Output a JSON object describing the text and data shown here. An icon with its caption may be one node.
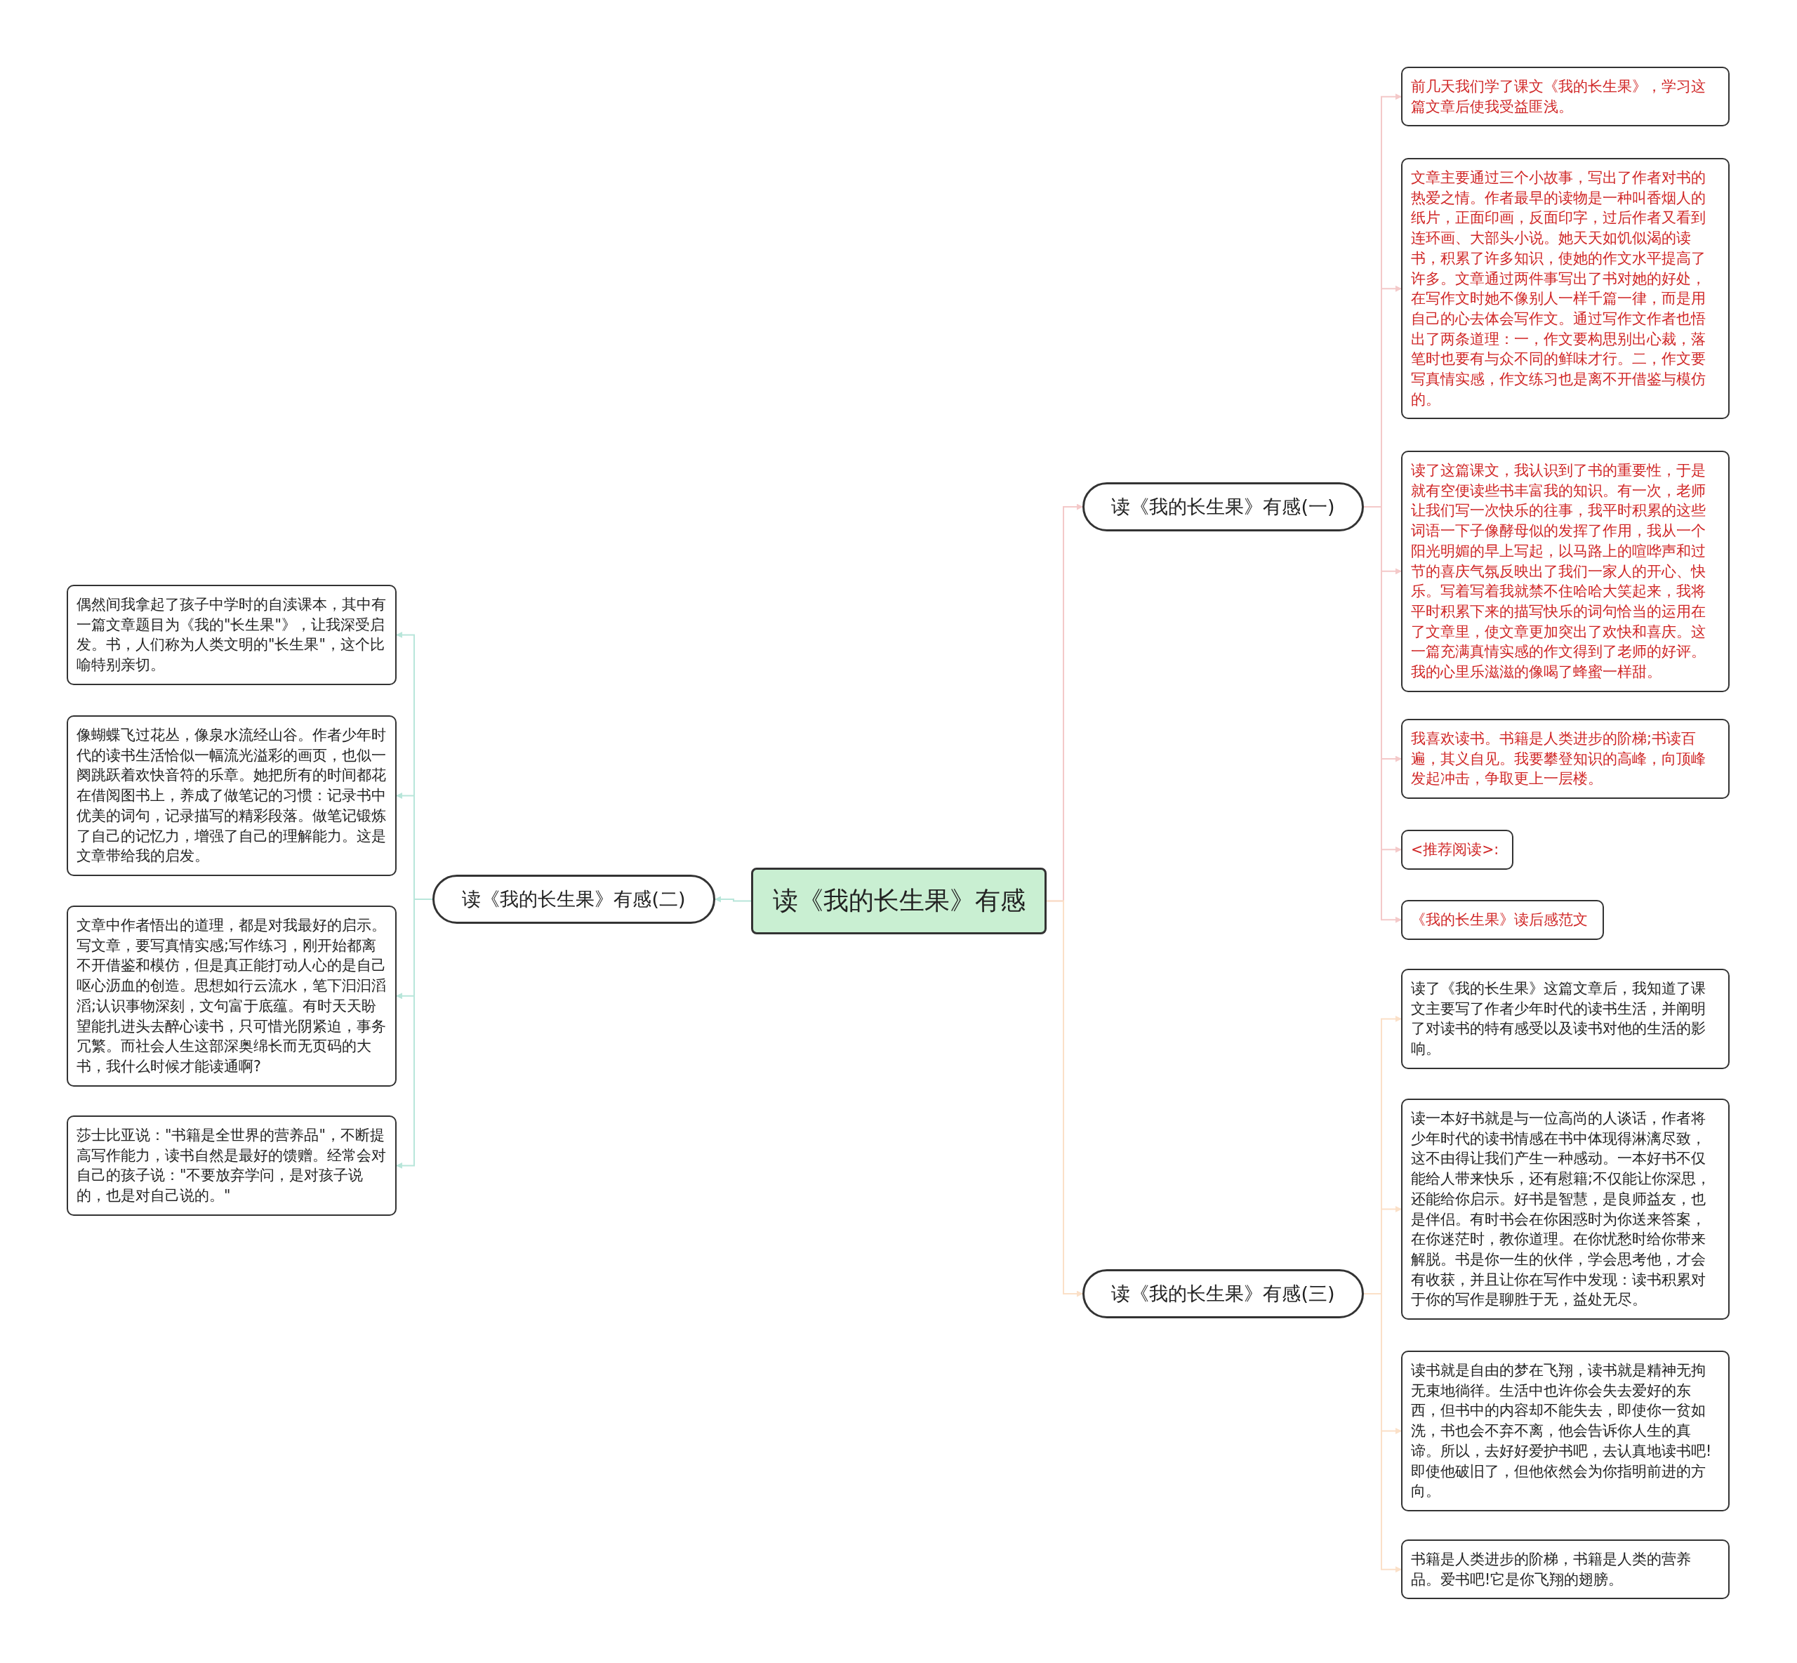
{
  "diagram": {
    "nodes": [
      {
        "text": [
          "读《我的长生果》有感"
        ]
      },
      {
        "text": [
          "读《我的长生果》有感(一)"
        ]
      },
      {
        "text": [
          "前几天我们学了课文《我的长生果》，学习这篇文章后使我受益匪浅。"
        ]
      },
      {
        "text": [
          "文章主要通过三个小故事，写出了作者对书的热爱之情。作者最早的读物是一种叫香烟人的纸片，正面印画，反面印字，过后作者又看到连环画、大部头小说。她天天如饥似渴的读书，积累了许多知识，使她的作文水平提高了许多。文章通过两件事写出了书对她的好处，在写作文时她不像别人一样千篇一律，而是用自己的心去体会写作文。通过写作文作者也悟出了两条道理：一，作文要构思别出心裁，落笔时也要有与众不同的鲜味才行。二，作文要写真情实感，作文练习也是离不开借鉴与模仿的。"
        ]
      },
      {
        "text": [
          "读了这篇课文，我认识到了书的重要性，于是就有空便读些书丰富我的知识。有一次，老师让我们写一次快乐的往事，我平时积累的这些词语一下子像酵母似的发挥了作用，我从一个阳光明媚的早上写起，以马路上的喧哗声和过节的喜庆气氛反映出了我们一家人的开心、快乐。写着写着我就禁不住哈哈大笑起来，我将平时积累下来的描写快乐的词句恰当的运用在了文章里，使文章更加突出了欢快和喜庆。这一篇充满真情实感的作文得到了老师的好评。我的心里乐滋滋的像喝了蜂蜜一样甜。"
        ]
      },
      {
        "text": [
          "我喜欢读书。书籍是人类进步的阶梯;书读百遍，其义自见。我要攀登知识的高峰，向顶峰发起冲击，争取更上一层楼。"
        ]
      },
      {
        "text": [
          "<推荐阅读>:"
        ]
      },
      {
        "text": [
          "《我的长生果》读后感范文"
        ]
      },
      {
        "text": [
          "读《我的长生果》有感(三)"
        ]
      },
      {
        "text": [
          "读了《我的长生果》这篇文章后，我知道了课文主要写了作者少年时代的读书生活，并阐明了对读书的特有感受以及读书对他的生活的影响。"
        ]
      },
      {
        "text": [
          "读一本好书就是与一位高尚的人谈话，作者将少年时代的读书情感在书中体现得淋漓尽致，这不由得让我们产生一种感动。一本好书不仅能给人带来快乐，还有慰籍;不仅能让你深思，还能给你启示。好书是智慧，是良师益友，也是伴侣。有时书会在你困惑时为你送来答案，在你迷茫时，教你道理。在你忧愁时给你带来解脱。书是你一生的伙伴，学会思考他，才会有收获，并且让你在写作中发现：读书积累对于你的写作是聊胜于无，益处无尽。"
        ]
      },
      {
        "text": [
          "读书就是自由的梦在飞翔，读书就是精神无拘无束地徜徉。生活中也许你会失去爱好的东西，但书中的内容却不能失去，即使你一贫如洗，书也会不弃不离，他会告诉你人生的真谛。所以，去好好爱护书吧，去认真地读书吧!即使他破旧了，但他依然会为你指明前进的方向。"
        ]
      },
      {
        "text": [
          "书籍是人类进步的阶梯，书籍是人类的营养品。爱书吧!它是你飞翔的翅膀。"
        ]
      },
      {
        "text": [
          "读《我的长生果》有感(二)"
        ]
      },
      {
        "text": [
          "偶然间我拿起了孩子中学时的自渎课本，其中有一篇文章题目为《我的\"长生果\"》，让我深受启发。书，人们称为人类文明的\"长生果\"，这个比喻特别亲切。"
        ]
      },
      {
        "text": [
          "像蝴蝶飞过花丛，像泉水流经山谷。作者少年时代的读书生活恰似一幅流光溢彩的画页，也似一阕跳跃着欢快音符的乐章。她把所有的时间都花在借阅图书上，养成了做笔记的习惯：记录书中优美的词句，记录描写的精彩段落。做笔记锻炼了自己的记忆力，增强了自己的理解能力。这是文章带给我的启发。"
        ]
      },
      {
        "text": [
          "文章中作者悟出的道理，都是对我最好的启示。写文章，要写真情实感;写作练习，刚开始都离不开借鉴和模仿，但是真正能打动人心的是自己呕心沥血的创造。思想如行云流水，笔下汩汩滔滔;认识事物深刻，文句富于底蕴。有时天天盼望能扎进头去醉心读书，只可惜光阴紧迫，事务冗繁。而社会人生这部深奥绵长而无页码的大书，我什么时候才能读通啊?"
        ]
      },
      {
        "text": [
          "莎士比亚说：\"书籍是全世界的营养品\"，不断提高写作能力，读书自然是最好的馈赠。经常会对自己的孩子说：\"不要放弃学问，是对孩子说的，也是对自己说的。\""
        ]
      }
    ],
    "edges": [
      {
        "from": 0,
        "to": 1,
        "arrow": "to",
        "color": "#f4c9c9"
      },
      {
        "from": 1,
        "to": 2,
        "arrow": "to",
        "color": "#f4c9c9"
      },
      {
        "from": 1,
        "to": 3,
        "arrow": "to",
        "color": "#f4c9c9"
      },
      {
        "from": 1,
        "to": 4,
        "arrow": "to",
        "color": "#f4c9c9"
      },
      {
        "from": 1,
        "to": 5,
        "arrow": "to",
        "color": "#f4c9c9"
      },
      {
        "from": 1,
        "to": 6,
        "arrow": "to",
        "color": "#f4c9c9"
      },
      {
        "from": 1,
        "to": 7,
        "arrow": "to",
        "color": "#f4c9c9"
      },
      {
        "from": 0,
        "to": 8,
        "arrow": "to",
        "color": "#fbe0c8"
      },
      {
        "from": 8,
        "to": 9,
        "arrow": "to",
        "color": "#fbe0c8"
      },
      {
        "from": 8,
        "to": 10,
        "arrow": "to",
        "color": "#fbe0c8"
      },
      {
        "from": 8,
        "to": 11,
        "arrow": "to",
        "color": "#fbe0c8"
      },
      {
        "from": 8,
        "to": 12,
        "arrow": "to",
        "color": "#fbe0c8"
      },
      {
        "from": 0,
        "to": 13,
        "arrow": "to",
        "color": "#b8e6da"
      },
      {
        "from": 13,
        "to": 14,
        "arrow": "to",
        "color": "#b8e6da"
      },
      {
        "from": 13,
        "to": 15,
        "arrow": "to",
        "color": "#b8e6da"
      },
      {
        "from": 13,
        "to": 16,
        "arrow": "to",
        "color": "#b8e6da"
      },
      {
        "from": 13,
        "to": 17,
        "arrow": "to",
        "color": "#b8e6da"
      }
    ]
  }
}
